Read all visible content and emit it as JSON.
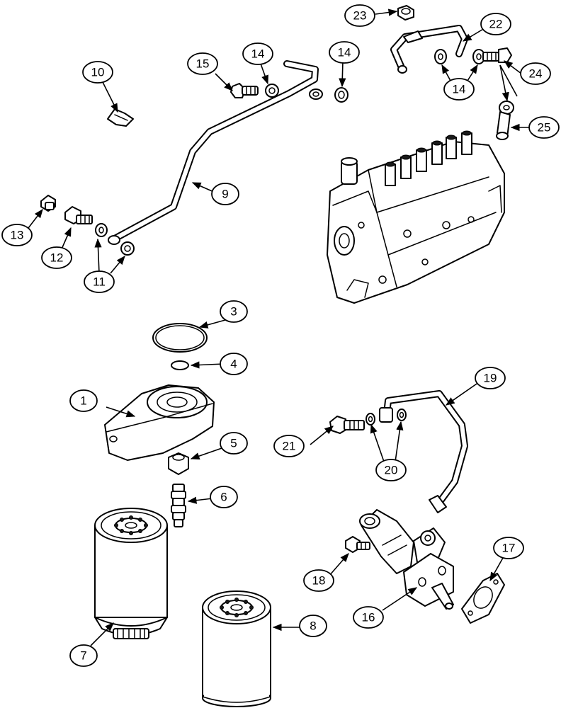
{
  "callouts": [
    {
      "id": "c1",
      "label": "1"
    },
    {
      "id": "c3",
      "label": "3"
    },
    {
      "id": "c4",
      "label": "4"
    },
    {
      "id": "c5",
      "label": "5"
    },
    {
      "id": "c6",
      "label": "6"
    },
    {
      "id": "c7",
      "label": "7"
    },
    {
      "id": "c8",
      "label": "8"
    },
    {
      "id": "c9",
      "label": "9"
    },
    {
      "id": "c10",
      "label": "10"
    },
    {
      "id": "c11",
      "label": "11"
    },
    {
      "id": "c12",
      "label": "12"
    },
    {
      "id": "c13",
      "label": "13"
    },
    {
      "id": "c14a",
      "label": "14"
    },
    {
      "id": "c14b",
      "label": "14"
    },
    {
      "id": "c14c",
      "label": "14"
    },
    {
      "id": "c15",
      "label": "15"
    },
    {
      "id": "c16",
      "label": "16"
    },
    {
      "id": "c17",
      "label": "17"
    },
    {
      "id": "c18",
      "label": "18"
    },
    {
      "id": "c19",
      "label": "19"
    },
    {
      "id": "c20",
      "label": "20"
    },
    {
      "id": "c21",
      "label": "21"
    },
    {
      "id": "c22",
      "label": "22"
    },
    {
      "id": "c23",
      "label": "23"
    },
    {
      "id": "c24",
      "label": "24"
    },
    {
      "id": "c25",
      "label": "25"
    }
  ]
}
